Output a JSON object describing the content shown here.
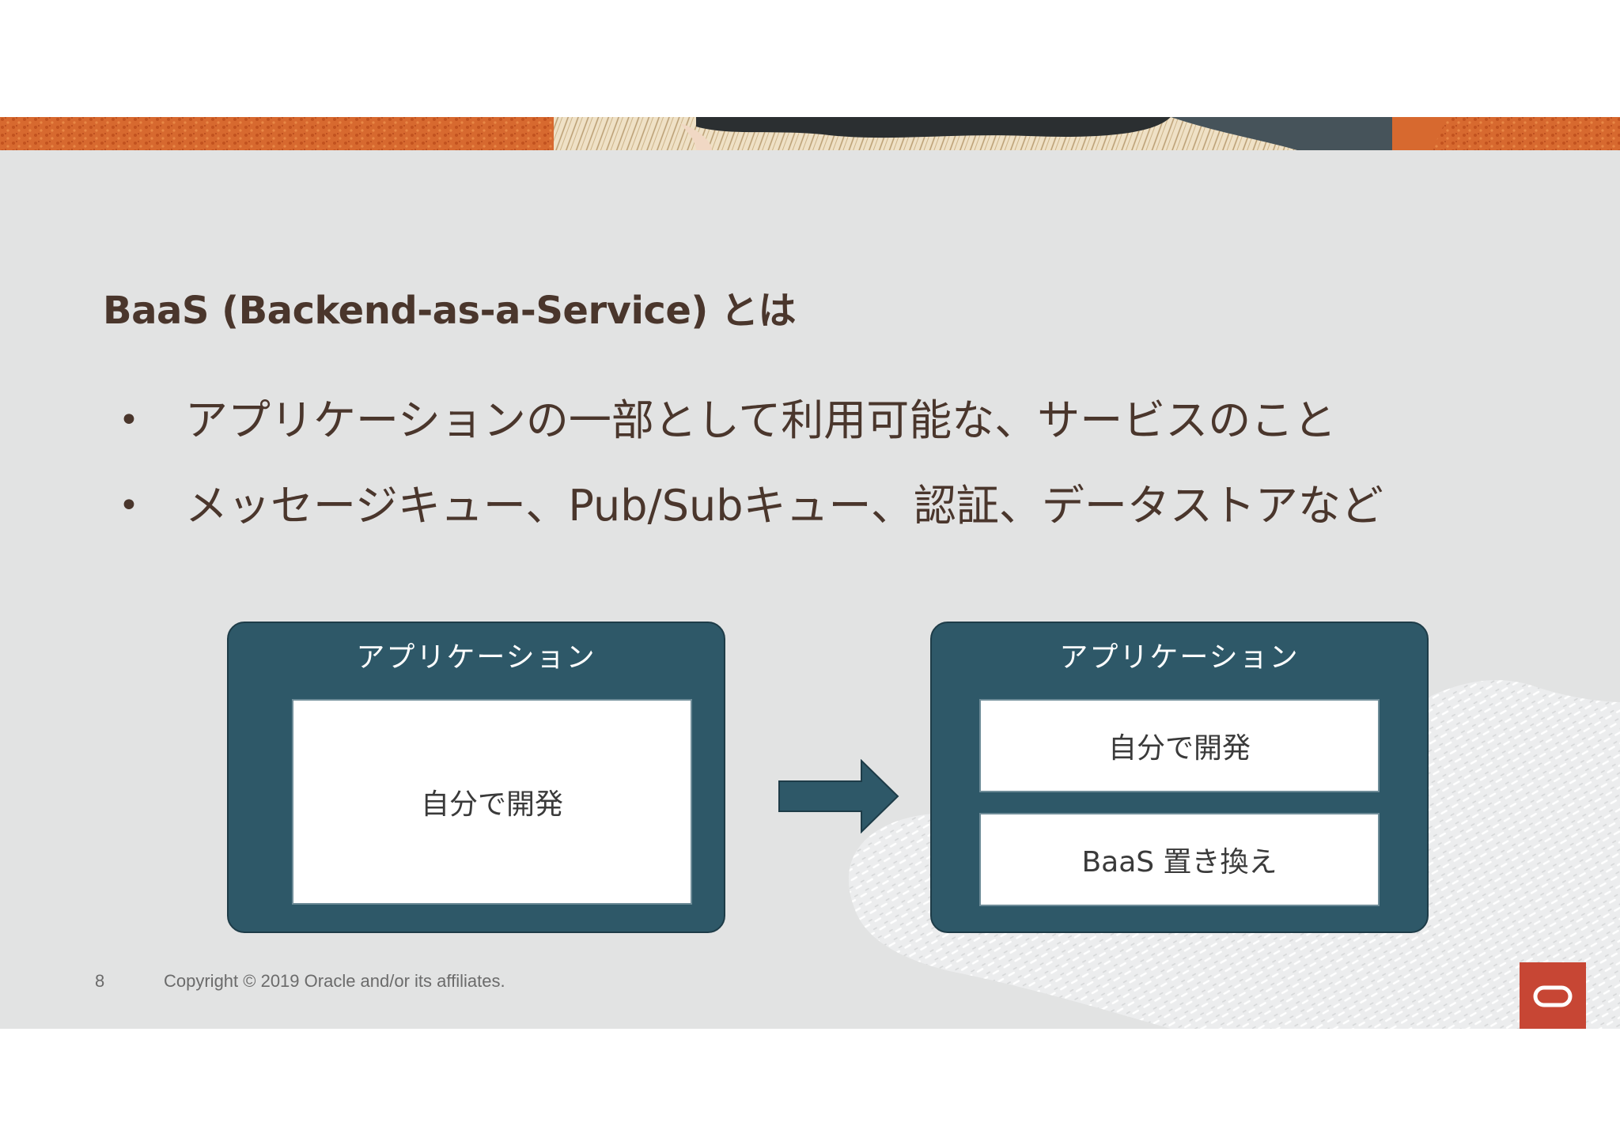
{
  "slide": {
    "title": "BaaS (Backend-as-a-Service) とは",
    "bullets": [
      "アプリケーションの一部として利用可能な、サービスのこと",
      "メッセージキュー、Pub/Subキュー、認証、データストアなど"
    ],
    "diagram": {
      "left": {
        "label": "アプリケーション",
        "inner": "自分で開発"
      },
      "right": {
        "label": "アプリケーション",
        "inner_top": "自分で開発",
        "inner_bottom": "BaaS 置き換え"
      },
      "arrow_icon": "right-arrow-icon"
    }
  },
  "footer": {
    "page_number": "8",
    "copyright": "Copyright © 2019 Oracle and/or its affiliates.",
    "logo_icon": "oracle-logo-icon"
  },
  "colors": {
    "background": "#e2e3e3",
    "title": "#4a362c",
    "box": "#2e5868",
    "banner_orange": "#d2622c",
    "logo_red": "#c74634"
  }
}
